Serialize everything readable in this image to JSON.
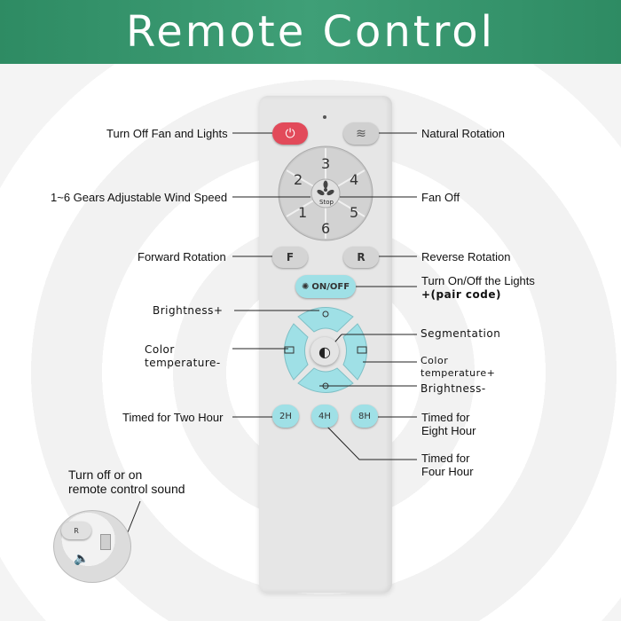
{
  "banner": {
    "title": "Remote Control"
  },
  "labels": {
    "turn_off_fan_lights": "Turn Off Fan and Lights",
    "natural_rotation": "Natural Rotation",
    "wind_speed": "1~6 Gears Adjustable Wind Speed",
    "fan_off": "Fan Off",
    "forward_rotation": "Forward Rotation",
    "reverse_rotation": "Reverse Rotation",
    "lights_onoff_line1": "Turn On/Off the Lights",
    "lights_onoff_line2": "+(pair code)",
    "brightness_plus": "Brightness+",
    "color_temp_minus_line1": "Color",
    "color_temp_minus_line2": "temperature-",
    "segmentation": "Segmentation",
    "color_temp_plus_line1": "Color",
    "color_temp_plus_line2": "temperature+",
    "brightness_minus": "Brightness-",
    "timed_two_hour": "Timed for Two Hour",
    "timed_eight_hour_line1": "Timed for",
    "timed_eight_hour_line2": "Eight Hour",
    "timed_four_hour_line1": "Timed for",
    "timed_four_hour_line2": "Four Hour",
    "sound_line1": "Turn off or on",
    "sound_line2": "remote control sound"
  },
  "remote": {
    "power_glyph": "⏻",
    "natural_glyph": "≋",
    "speed_keys": [
      "1",
      "2",
      "3",
      "4",
      "5",
      "6"
    ],
    "stop_label": "Stop",
    "forward_key": "F",
    "reverse_key": "R",
    "onoff_key": "ON/OFF",
    "timer_keys": [
      "2H",
      "4H",
      "8H"
    ],
    "segment_glyph": "◐",
    "inset_key": "R"
  },
  "colors": {
    "banner": "#3a9a72",
    "power": "#e24a5a",
    "light_keys": "#9fe0e6",
    "remote_body": "#e6e6e6"
  }
}
